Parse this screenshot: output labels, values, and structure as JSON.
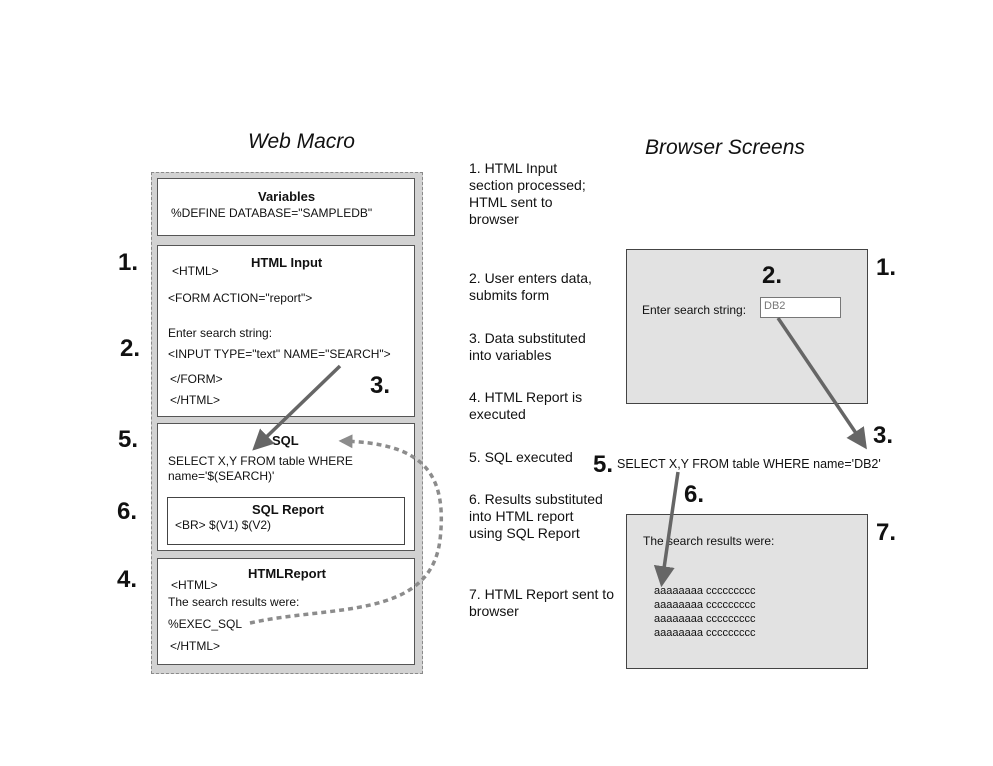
{
  "titles": {
    "web_macro": "Web Macro",
    "browser_screens": "Browser Screens"
  },
  "macro": {
    "variables": {
      "title": "Variables",
      "define": "%DEFINE DATABASE=\"SAMPLEDB\""
    },
    "html_input": {
      "title": "HTML Input",
      "lines": [
        "<HTML>",
        "<FORM  ACTION=\"report\">",
        "Enter search string:",
        "<INPUT TYPE=\"text\" NAME=\"SEARCH\">",
        "</FORM>",
        "</HTML>"
      ]
    },
    "sql": {
      "title": "SQL",
      "lines": [
        "SELECT X,Y FROM table WHERE",
        "name='$(SEARCH)'"
      ]
    },
    "sql_report": {
      "title": "SQL Report",
      "line": "<BR> $(V1)  $(V2)"
    },
    "html_report": {
      "title": "HTMLReport",
      "lines": [
        "<HTML>",
        "The search results were:",
        "%EXEC_SQL",
        "</HTML>"
      ]
    }
  },
  "left_numbers": [
    "1.",
    "2.",
    "5.",
    "6.",
    "4."
  ],
  "inner_number": "3.",
  "steps": [
    "1. HTML Input section processed; HTML sent to browser",
    "2. User enters data, submits form",
    "3. Data substituted into variables",
    "4. HTML Report is executed",
    "5. SQL executed",
    "6. Results substituted into HTML report using SQL Report",
    "7. HTML Report sent to browser"
  ],
  "browser": {
    "screen1": {
      "number": "1.",
      "inner_number": "2.",
      "label": "Enter search string:",
      "input_value": "DB2"
    },
    "number3": "3.",
    "number5": "5.",
    "sql": "SELECT X,Y FROM table WHERE name='DB2'",
    "number6": "6.",
    "screen2": {
      "number": "7.",
      "label": "The search results were:",
      "rows": [
        "aaaaaaaa ccccccccc",
        "aaaaaaaa ccccccccc",
        "aaaaaaaa ccccccccc",
        "aaaaaaaa ccccccccc"
      ]
    }
  },
  "colors": {
    "frame": "#d2d2d2",
    "screen": "#e2e2e2",
    "arrow": "#666666",
    "dotted": "#8c8c8c"
  }
}
